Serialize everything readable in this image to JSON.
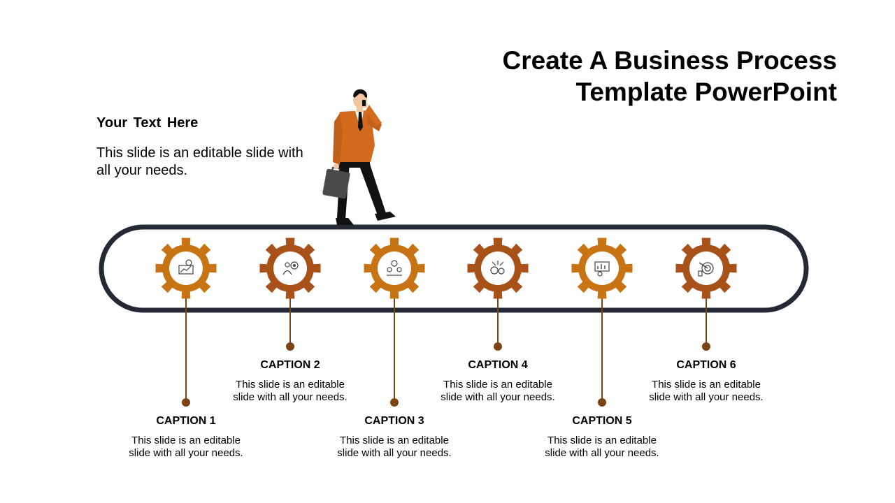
{
  "title": {
    "line1": "Create A Business Process",
    "line2": "Template PowerPoint"
  },
  "intro": {
    "heading": "Your  Text Here",
    "body": "This slide is an editable slide with all your needs."
  },
  "colors": {
    "gear_light": "#c87414",
    "gear_dark": "#a8521a",
    "track": "#232a35",
    "connector": "#7a4512",
    "jacket": "#d46a1e",
    "briefcase": "#4a4a4a"
  },
  "person_icon": "businessman-walking-on-phone",
  "steps": [
    {
      "caption": "CAPTION 1",
      "text_line1": "This slide is an editable",
      "text_line2": "slide with all your needs.",
      "icon": "growth-chart-gear-icon",
      "tone": "light"
    },
    {
      "caption": "CAPTION 2",
      "text_line1": "This slide is an editable",
      "text_line2": "slide with all your needs.",
      "icon": "person-target-icon",
      "tone": "dark"
    },
    {
      "caption": "CAPTION 3",
      "text_line1": "This slide is an editable",
      "text_line2": "slide with all your needs.",
      "icon": "team-idea-icon",
      "tone": "light"
    },
    {
      "caption": "CAPTION 4",
      "text_line1": "This slide is an editable",
      "text_line2": "slide with all your needs.",
      "icon": "process-puzzle-icon",
      "tone": "dark"
    },
    {
      "caption": "CAPTION 5",
      "text_line1": "This slide is an editable",
      "text_line2": "slide with all your needs.",
      "icon": "analysis-board-icon",
      "tone": "light"
    },
    {
      "caption": "CAPTION 6",
      "text_line1": "This slide is an editable",
      "text_line2": "slide with all your needs.",
      "icon": "target-goal-icon",
      "tone": "dark"
    }
  ]
}
